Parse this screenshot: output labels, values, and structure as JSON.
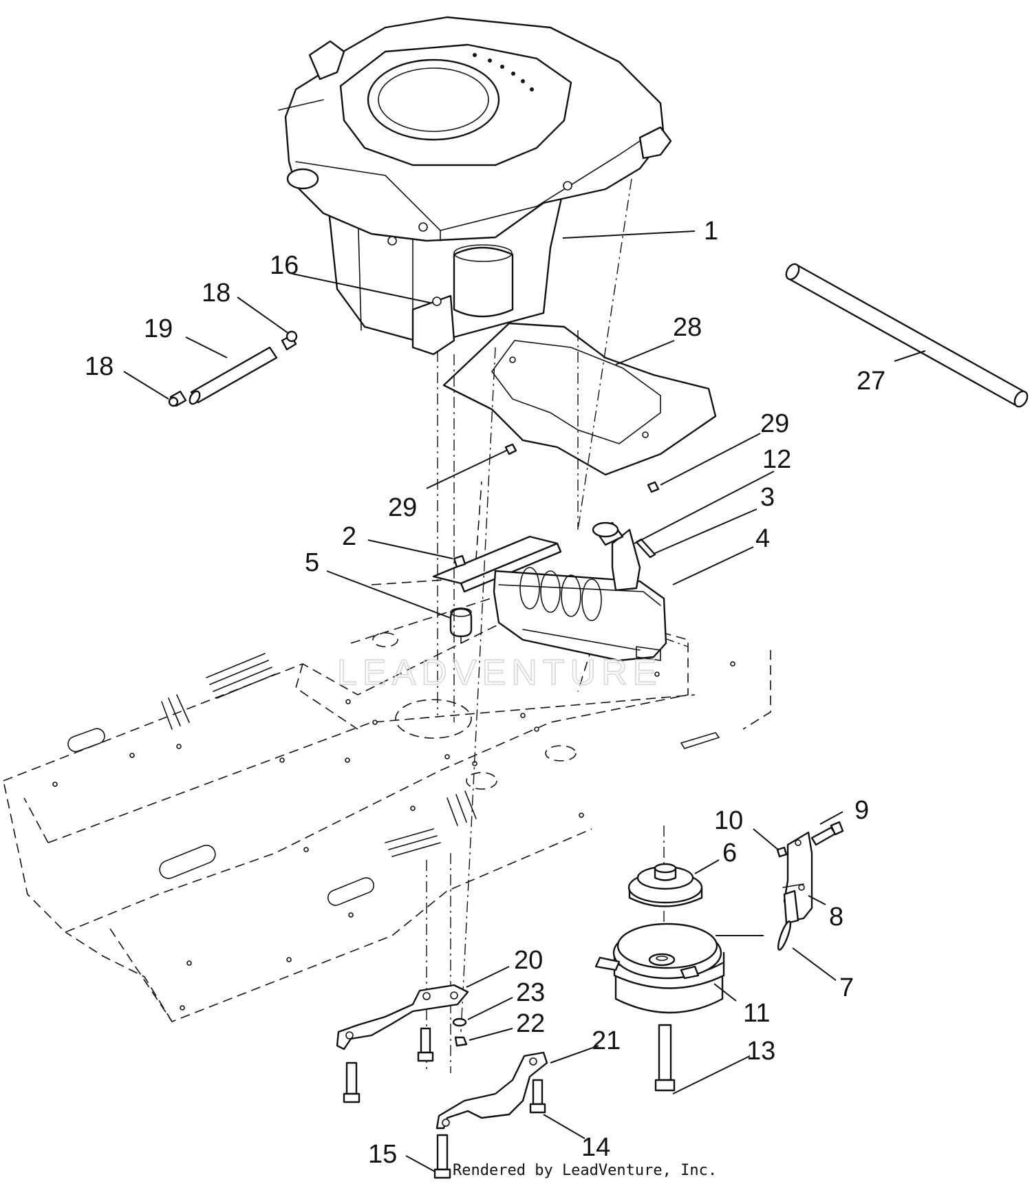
{
  "callouts": {
    "c1": "1",
    "c2": "2",
    "c3": "3",
    "c4": "4",
    "c5": "5",
    "c6": "6",
    "c7": "7",
    "c8": "8",
    "c9": "9",
    "c10": "10",
    "c11": "11",
    "c12": "12",
    "c13": "13",
    "c14": "14",
    "c15": "15",
    "c16": "16",
    "c18a": "18",
    "c18b": "18",
    "c19": "19",
    "c20": "20",
    "c21": "21",
    "c22": "22",
    "c23": "23",
    "c27": "27",
    "c28": "28",
    "c29a": "29",
    "c29b": "29"
  },
  "watermark": "LEADVENTURE",
  "credit": "Rendered by LeadVenture, Inc."
}
